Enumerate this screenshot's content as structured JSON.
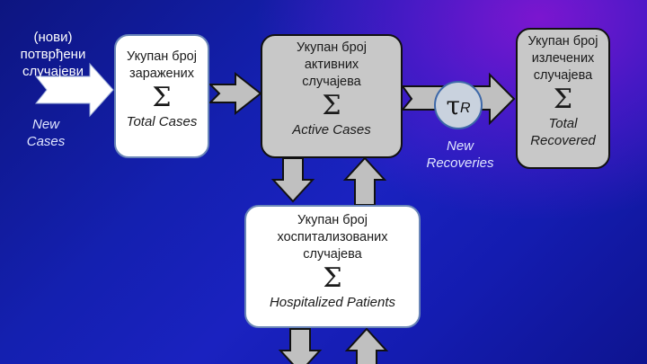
{
  "diagram": {
    "input": {
      "label_sr": [
        "(нови)",
        "потврђени",
        "случајеви"
      ],
      "label_en": [
        "New",
        "Cases"
      ]
    },
    "nodes": [
      {
        "id": "total-cases",
        "title_sr": [
          "Укупан број",
          "заражених"
        ],
        "symbol": "Σ",
        "title_en": [
          "Total Cases"
        ],
        "style": "white"
      },
      {
        "id": "active-cases",
        "title_sr": [
          "Укупан број",
          "активних",
          "случајева"
        ],
        "symbol": "Σ",
        "title_en": [
          "Active Cases"
        ],
        "style": "grey"
      },
      {
        "id": "total-recovered",
        "title_sr": [
          "Укупан број",
          "излечених",
          "случајева"
        ],
        "symbol": "Σ",
        "title_en": [
          "Total",
          "Recovered"
        ],
        "style": "grey"
      },
      {
        "id": "hospitalized",
        "title_sr": [
          "Укупан број",
          "хоспитализованих",
          "случајева"
        ],
        "symbol": "Σ",
        "title_en": [
          "Hospitalized Patients"
        ],
        "style": "white"
      }
    ],
    "rate": {
      "symbol": "τ",
      "subscript": "R",
      "label_en": [
        "New",
        "Recoveries"
      ]
    },
    "edges": [
      {
        "from": "input",
        "to": "total-cases"
      },
      {
        "from": "total-cases",
        "to": "active-cases"
      },
      {
        "from": "active-cases",
        "to": "total-recovered",
        "via": "rate"
      },
      {
        "from": "active-cases",
        "to": "hospitalized"
      },
      {
        "from": "hospitalized",
        "to": "active-cases"
      },
      {
        "from": "hospitalized",
        "to": "below"
      },
      {
        "from": "below",
        "to": "hospitalized"
      }
    ],
    "colors": {
      "white_box": "#ffffff",
      "grey_box": "#c8c8c8",
      "arrow_fill": "#c0c0c0",
      "input_arrow": "#ffffff",
      "background_blue": "#1420b0",
      "background_violet": "#8a14d2"
    }
  }
}
